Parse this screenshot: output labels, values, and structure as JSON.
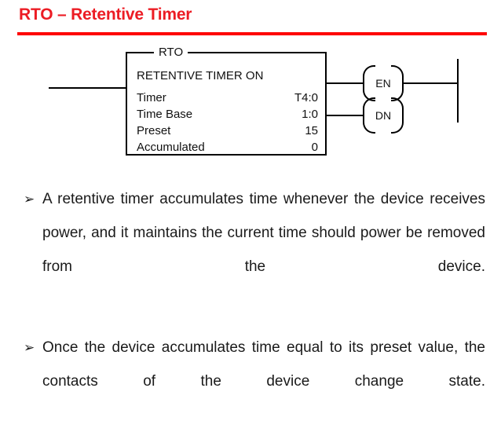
{
  "slide": {
    "title": "RTO – Retentive Timer",
    "title_color": "#EC1C24",
    "rule_color": "#FE0000"
  },
  "ladder": {
    "block": {
      "tag": "RTO",
      "heading": "RETENTIVE TIMER ON",
      "rows": [
        {
          "label": "Timer",
          "value": "T4:0"
        },
        {
          "label": "Time Base",
          "value": "1:0"
        },
        {
          "label": "Preset",
          "value": "15"
        },
        {
          "label": "Accumulated",
          "value": "0"
        }
      ]
    },
    "coils": [
      {
        "label": "EN"
      },
      {
        "label": "DN"
      }
    ]
  },
  "body": {
    "bullets": [
      {
        "marker": "➢",
        "text": "A retentive timer accumulates time whenever the device receives power, and it maintains the current time should power be removed from the device."
      },
      {
        "marker": "➢",
        "text": "Once the device accumulates time equal to its preset value, the contacts of the device change state."
      }
    ]
  }
}
